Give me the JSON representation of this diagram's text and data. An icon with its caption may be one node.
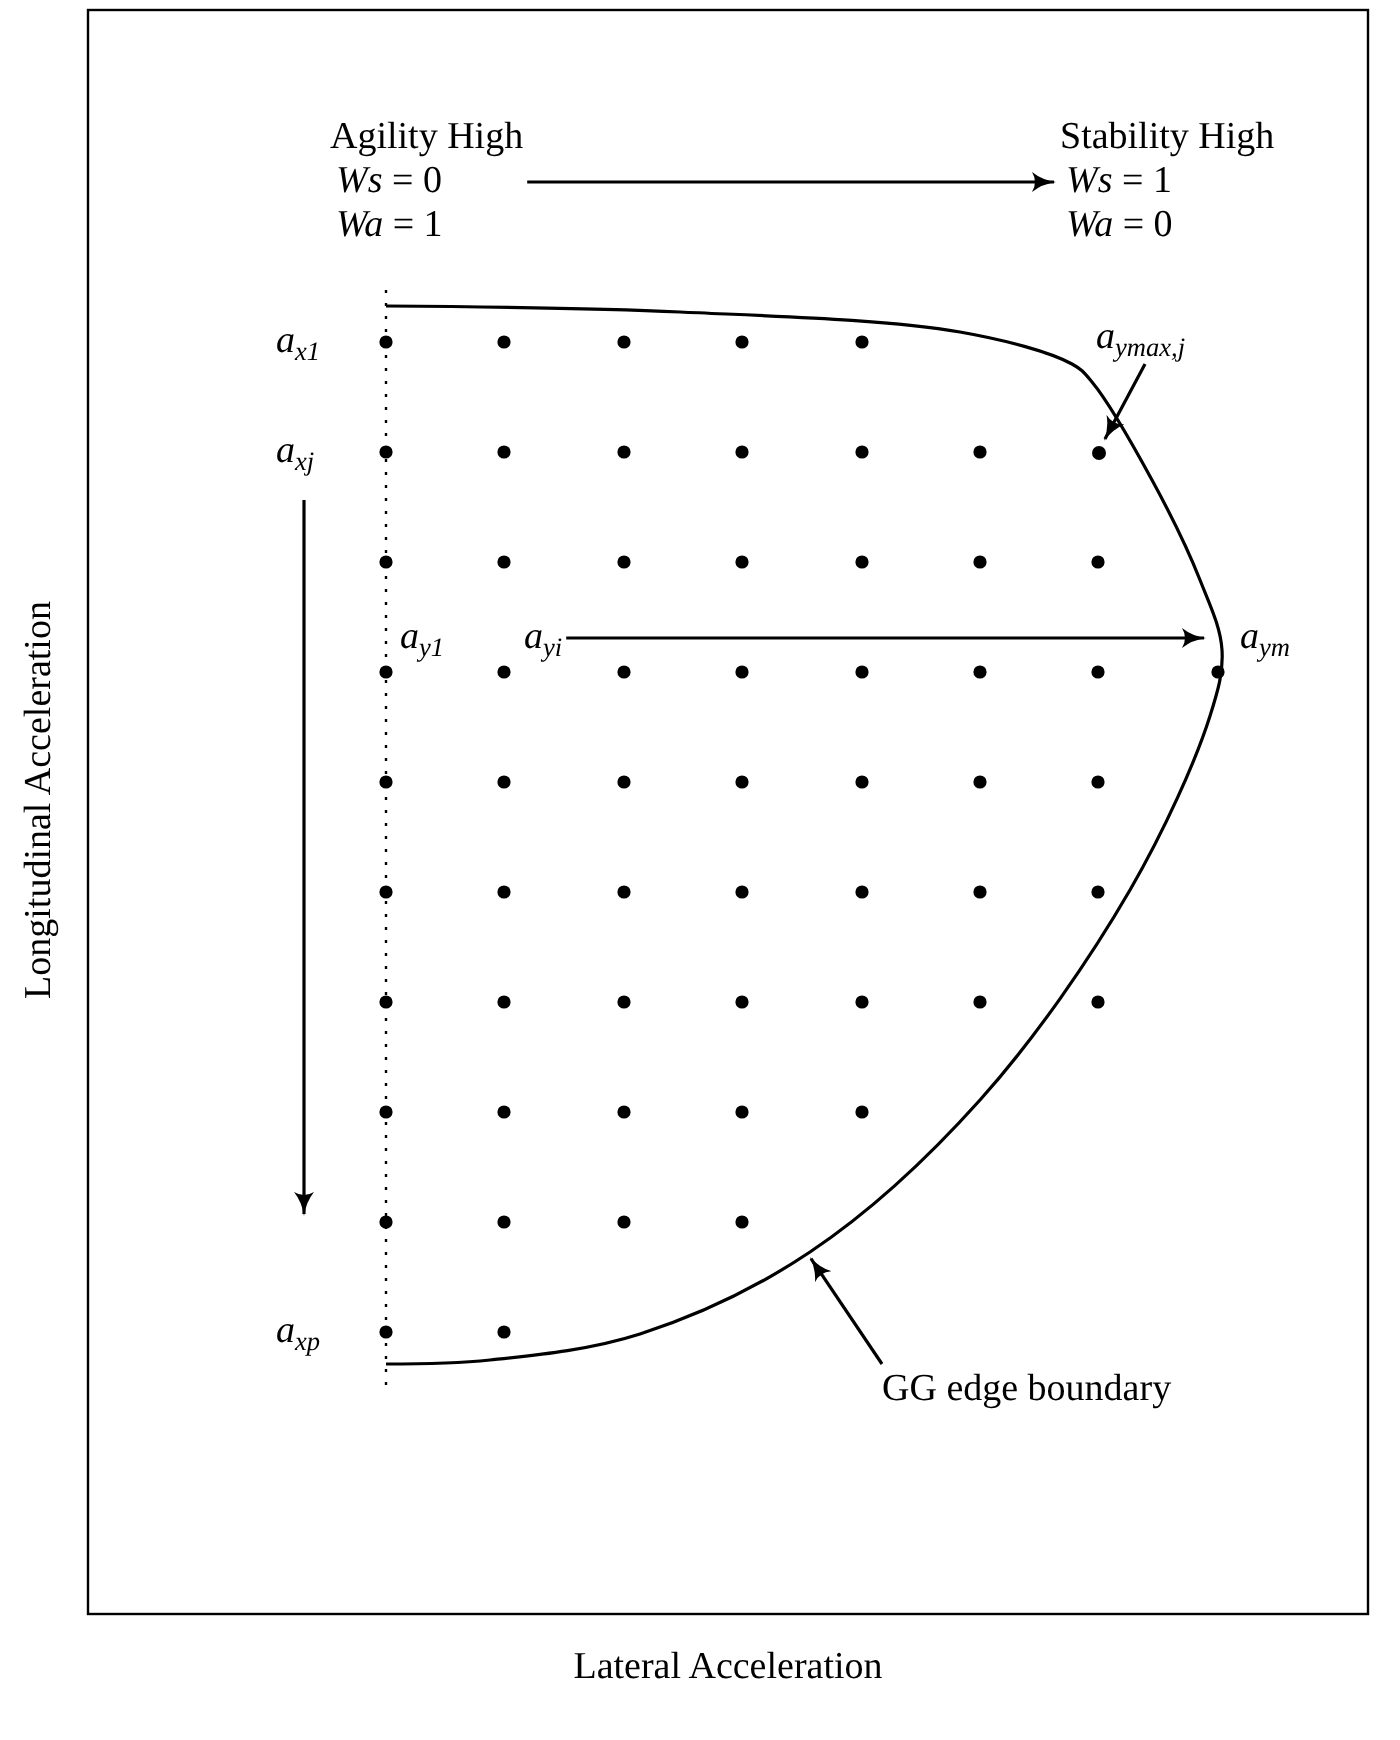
{
  "diagram": {
    "nodes": [
      {
        "text": [
          "Agility High",
          "*Ws* = 0",
          "*Wa* = 1"
        ]
      },
      {
        "text": [
          "Stability High",
          "*Ws* = 1",
          "*Wa* = 0"
        ]
      },
      {
        "text": [
          "a$_{ymax,j}$"
        ]
      },
      {
        "text": [],
        "shape": "circle"
      },
      {
        "text": [
          "a$_{yi}$"
        ]
      },
      {
        "text": [
          "a$_{ym}$"
        ]
      },
      {
        "text": [
          "GG edge boundary"
        ]
      }
    ],
    "edges": [
      {
        "from": 0,
        "to": 1,
        "arrow": "to"
      },
      {
        "from": 2,
        "to": 3,
        "arrow": "to"
      },
      {
        "from": 4,
        "to": 5,
        "arrow": "to"
      },
      {
        "from": 6,
        "to": null,
        "arrow": "to"
      }
    ],
    "labels": [
      "a$_{x1}$",
      "a$_{xj}$",
      "a$_{y1}$",
      "a$_{xp}$",
      "Longitudinal Acceleration",
      "Lateral Acceleration"
    ]
  }
}
